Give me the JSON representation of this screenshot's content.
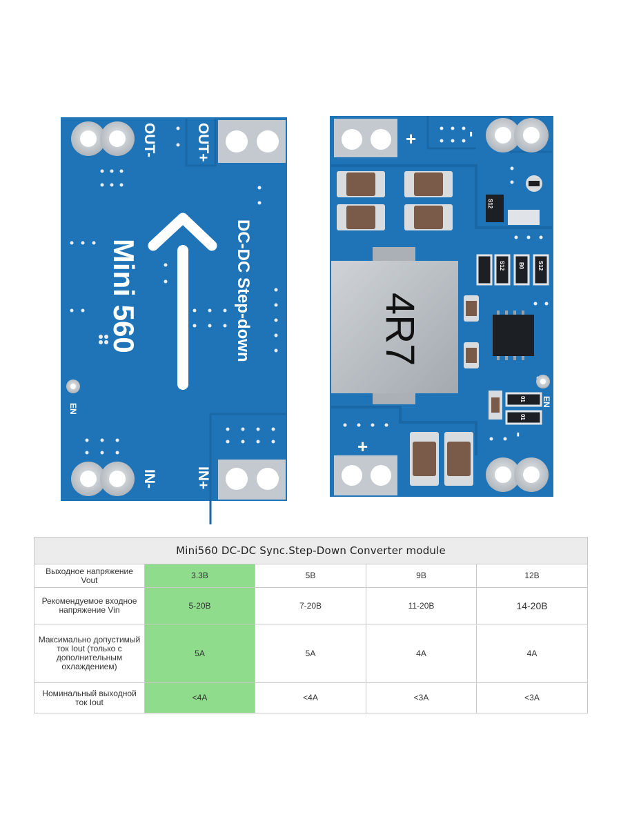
{
  "left_board": {
    "labels": {
      "out_minus": "OUT-",
      "out_plus": "OUT+",
      "title": "Mini 560",
      "subtitle": "DC-DC Step-down",
      "in_minus": "IN-",
      "in_plus": "IN+",
      "en": "EN"
    }
  },
  "right_board": {
    "labels": {
      "inductor": "4R7",
      "plus_top": "+",
      "minus_top": "-",
      "plus_bottom": "+",
      "minus_bottom": "-",
      "en": "EN",
      "resistors": [
        "S12",
        "B0",
        "S12",
        "S12",
        "01",
        "01"
      ]
    }
  },
  "colors": {
    "pcb": "#1f74b8",
    "pcb_trace": "#1a67a6",
    "pad": "#c9ced3",
    "inductor": "#b9bec4",
    "cap": "#7a5a48",
    "highlight": "#8fdd8c"
  },
  "table": {
    "title": "Mini560 DC-DC Sync.Step-Down Converter module",
    "rows": [
      {
        "label": "Выходное напряжение Vout",
        "values": [
          "3.3В",
          "5В",
          "9В",
          "12В"
        ]
      },
      {
        "label": "Рекомендуемое входное напряжение Vin",
        "values": [
          "5-20В",
          "7-20В",
          "11-20В",
          "14-20В"
        ]
      },
      {
        "label": "Максимально допустимый ток Iout (только с дополнительным охлаждением)",
        "values": [
          "5А",
          "5А",
          "4А",
          "4А"
        ]
      },
      {
        "label": "Номинальный выходной ток Iout",
        "values": [
          "<4А",
          "<4А",
          "<3А",
          "<3А"
        ]
      }
    ]
  }
}
